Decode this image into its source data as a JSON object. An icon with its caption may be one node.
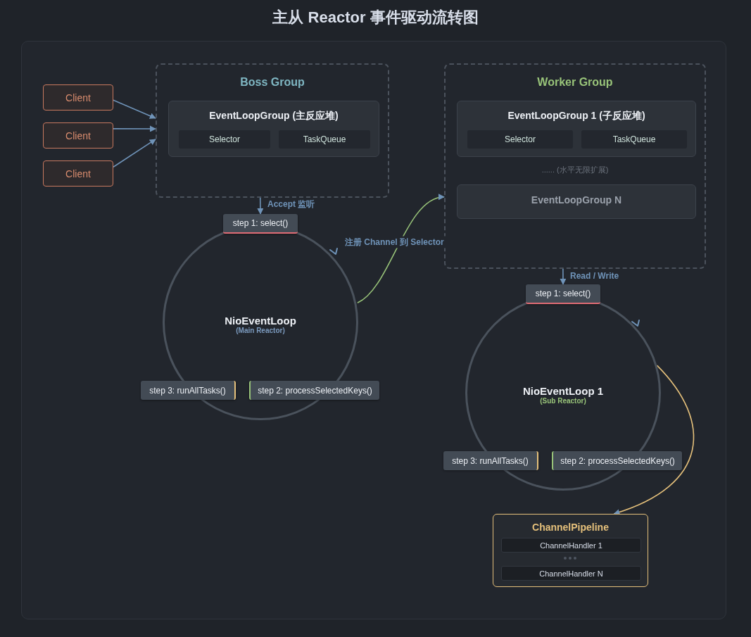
{
  "diagram": {
    "title": "主从 Reactor 事件驱动流转图",
    "nodes": [
      {
        "text": [
          "Client"
        ]
      },
      {
        "text": [
          "Client"
        ]
      },
      {
        "text": [
          "Client"
        ]
      },
      {
        "text": [
          "Boss Group"
        ]
      },
      {
        "text": [
          "EventLoopGroup (主反应堆)"
        ],
        "in": 3
      },
      {
        "text": [
          "Selector"
        ],
        "in": 4
      },
      {
        "text": [
          "TaskQueue"
        ],
        "in": 4
      },
      {
        "text": [
          "Worker Group"
        ]
      },
      {
        "text": [
          "EventLoopGroup 1 (子反应堆)"
        ],
        "in": 7
      },
      {
        "text": [
          "Selector"
        ],
        "in": 8
      },
      {
        "text": [
          "TaskQueue"
        ],
        "in": 8
      },
      {
        "text": [
          "EventLoopGroup N"
        ],
        "in": 7
      },
      {
        "text": [
          "NioEventLoop",
          "(Main Reactor)"
        ]
      },
      {
        "text": [
          "step 1: select()"
        ]
      },
      {
        "text": [
          "step 3: runAllTasks()"
        ]
      },
      {
        "text": [
          "step 2: processSelectedKeys()"
        ]
      },
      {
        "text": [
          "NioEventLoop 1",
          "(Sub Reactor)"
        ]
      },
      {
        "text": [
          "step 1: select()"
        ]
      },
      {
        "text": [
          "step 3: runAllTasks()"
        ]
      },
      {
        "text": [
          "step 2: processSelectedKeys()"
        ]
      },
      {
        "text": [
          "ChannelPipeline"
        ]
      },
      {
        "text": [
          "ChannelHandler 1"
        ],
        "in": 20
      },
      {
        "text": [
          "ChannelHandler N"
        ],
        "in": 20
      }
    ],
    "edges": [
      {
        "from": 0,
        "to": 3,
        "arrow": "to"
      },
      {
        "from": 1,
        "to": 3,
        "arrow": "to"
      },
      {
        "from": 2,
        "to": 3,
        "arrow": "to"
      },
      {
        "from": 3,
        "to": 13,
        "arrow": "to",
        "label": "Accept 监听"
      },
      {
        "from": 12,
        "to": 7,
        "arrow": "to",
        "label": "注册 Channel 到 Selector",
        "color": "#98c379"
      },
      {
        "from": 7,
        "to": 17,
        "arrow": "to",
        "label": "Read / Write"
      },
      {
        "from": 16,
        "to": 20,
        "arrow": "to",
        "color": "#e5c07b"
      }
    ],
    "labels": [
      "...... (水平无限扩展)"
    ]
  }
}
